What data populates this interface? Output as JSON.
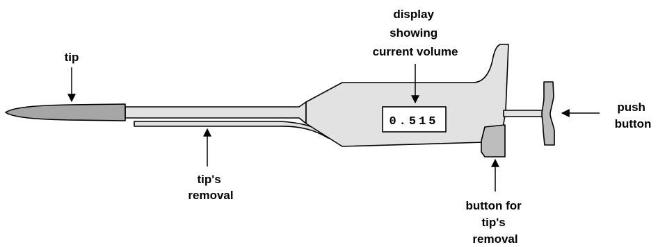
{
  "labels": {
    "tip": "tip",
    "display": [
      "display",
      "showing",
      "current volume"
    ],
    "push_button": [
      "push",
      "button"
    ],
    "tips_removal": [
      "tip's",
      "removal"
    ],
    "button_for_tips_removal": [
      "button for",
      "tip's",
      "removal"
    ]
  },
  "display_value": "0.515",
  "colors": {
    "body_fill": "#e2e2e2",
    "tip_fill": "#a6a6a6",
    "button_fill": "#bdbdbd",
    "line": "#000000"
  }
}
